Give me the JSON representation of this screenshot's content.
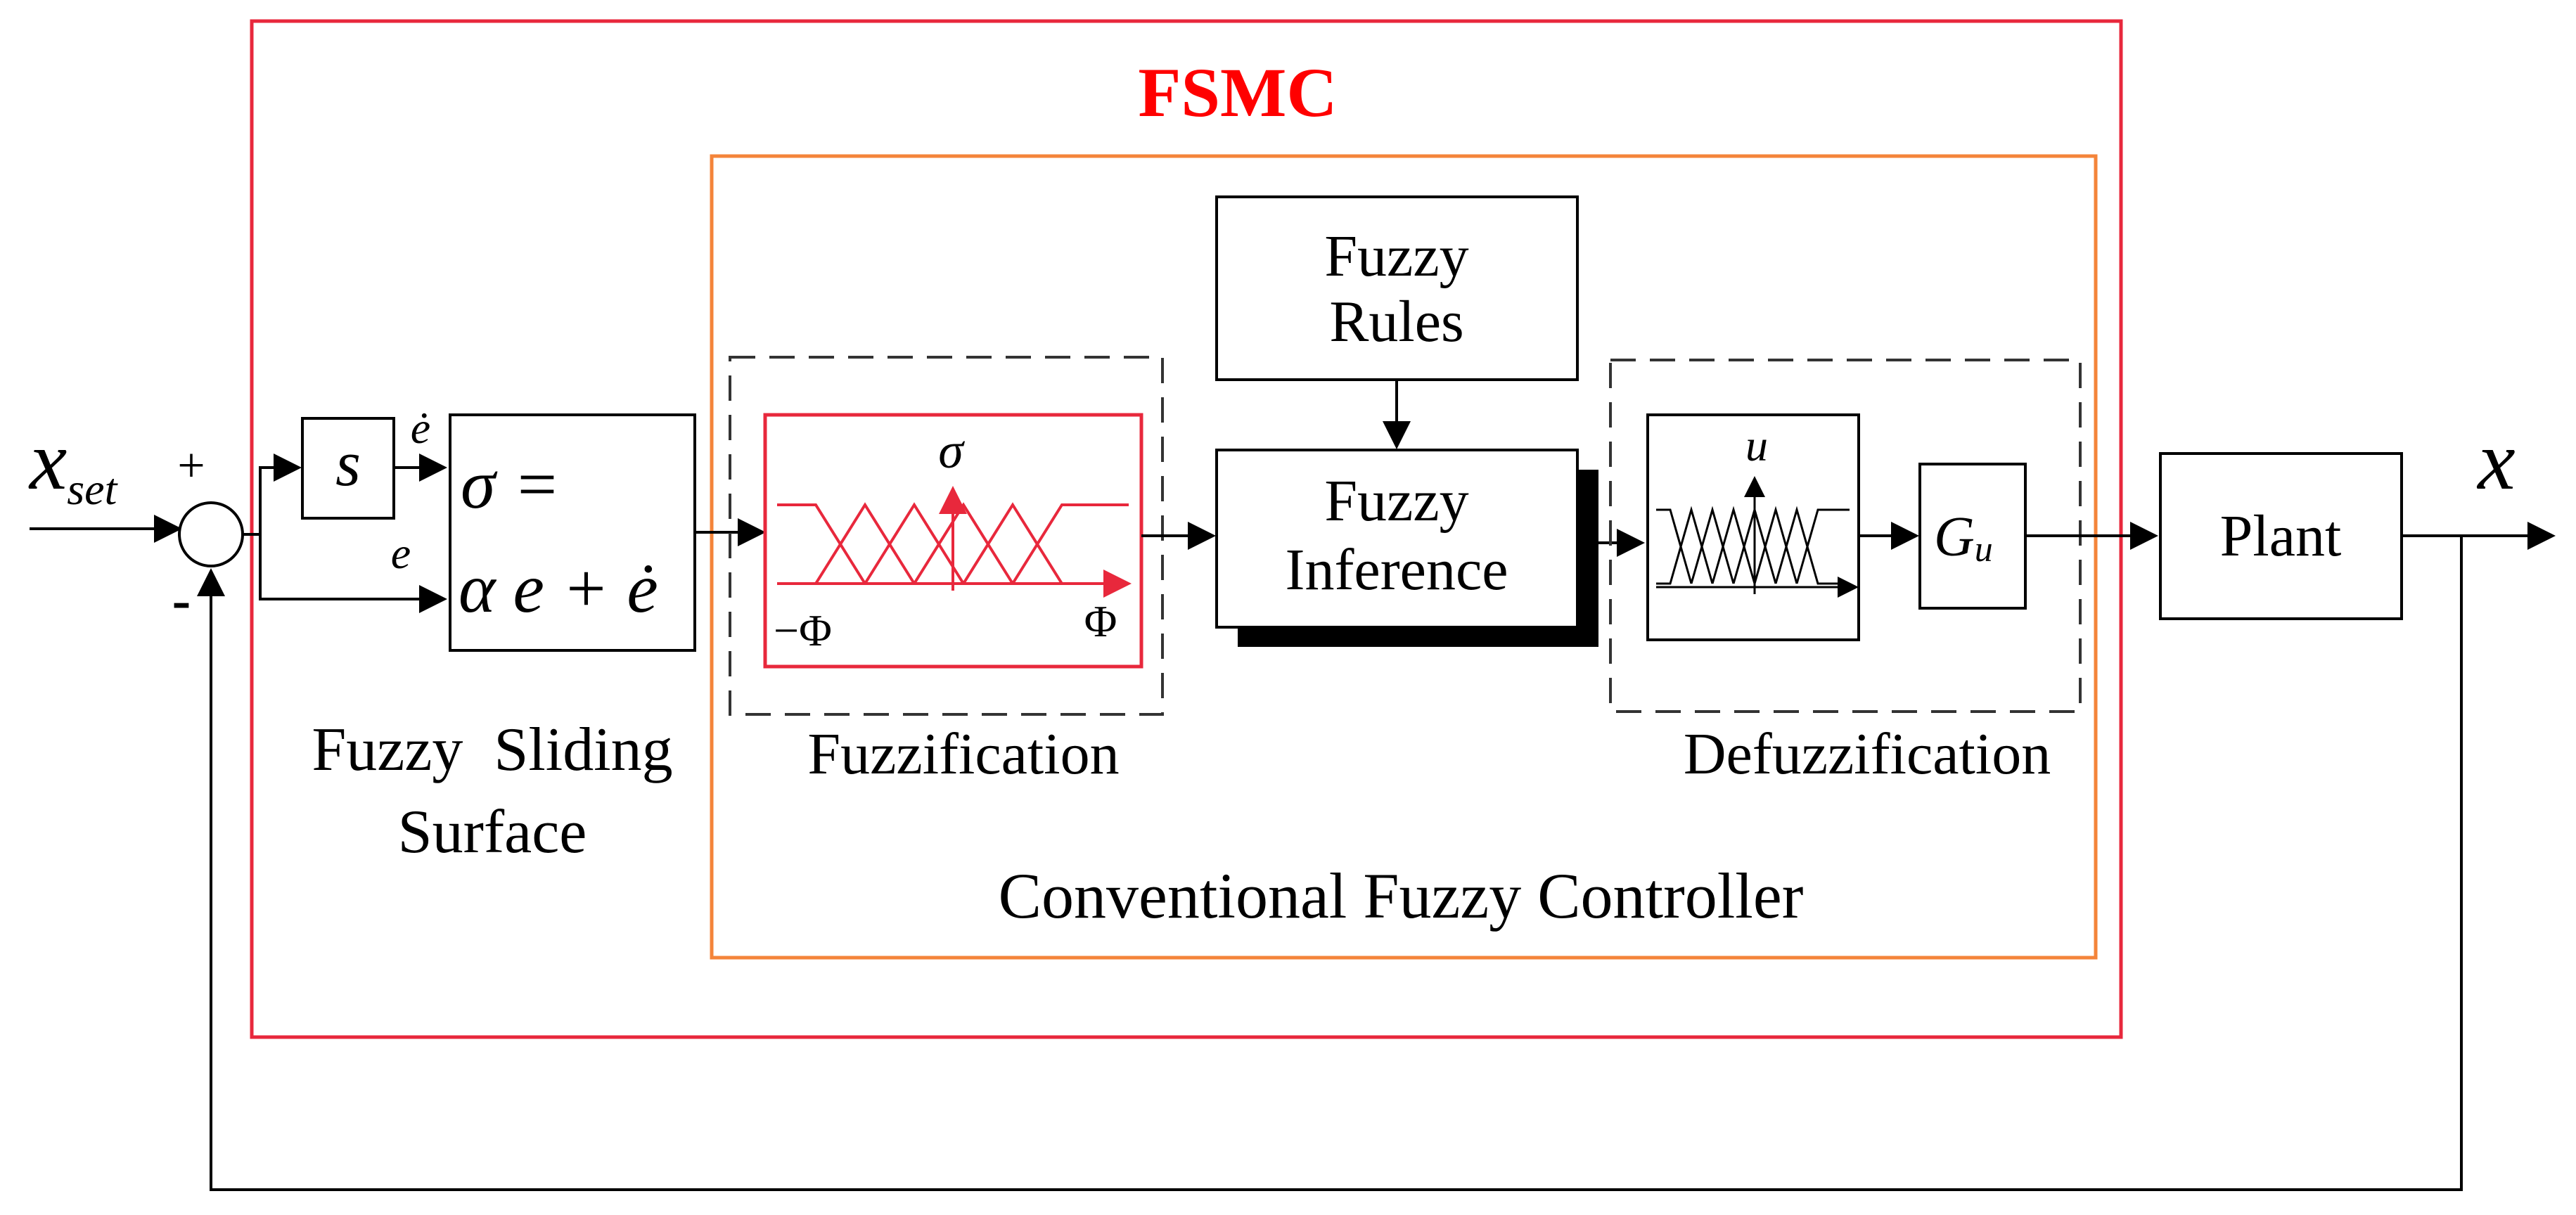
{
  "colors": {
    "fsmc_border": "#e8283c",
    "fsmc_title": "#ff0000",
    "cfc_border": "#f4843a",
    "fuzzification_plot": "#e8283c",
    "lines": "#000000"
  },
  "fsmc": {
    "title": "FSMC"
  },
  "input": {
    "symbol": "x",
    "subscript": "set"
  },
  "summing_junction": {
    "plus": "+",
    "minus": "-"
  },
  "derivative_block": {
    "label": "s"
  },
  "signals": {
    "e": "e",
    "e_dot": "ė"
  },
  "sliding_surface": {
    "eq_line1": "σ =",
    "eq_line2": "α e + ė",
    "caption_line1": "Fuzzy  Sliding",
    "caption_line2": "Surface"
  },
  "fuzzification": {
    "caption": "Fuzzification",
    "axis_label": "σ",
    "left_label": "−Φ",
    "right_label": "Φ"
  },
  "fuzzy_rules": {
    "line1": "Fuzzy",
    "line2": "Rules"
  },
  "fuzzy_inference": {
    "line1": "Fuzzy",
    "line2": "Inference"
  },
  "defuzzification": {
    "caption": "Defuzzification",
    "axis_label": "u",
    "gain_label": "G",
    "gain_subscript": "u"
  },
  "conventional_controller": {
    "caption": "Conventional Fuzzy Controller"
  },
  "plant": {
    "label": "Plant"
  },
  "output": {
    "symbol": "x"
  }
}
